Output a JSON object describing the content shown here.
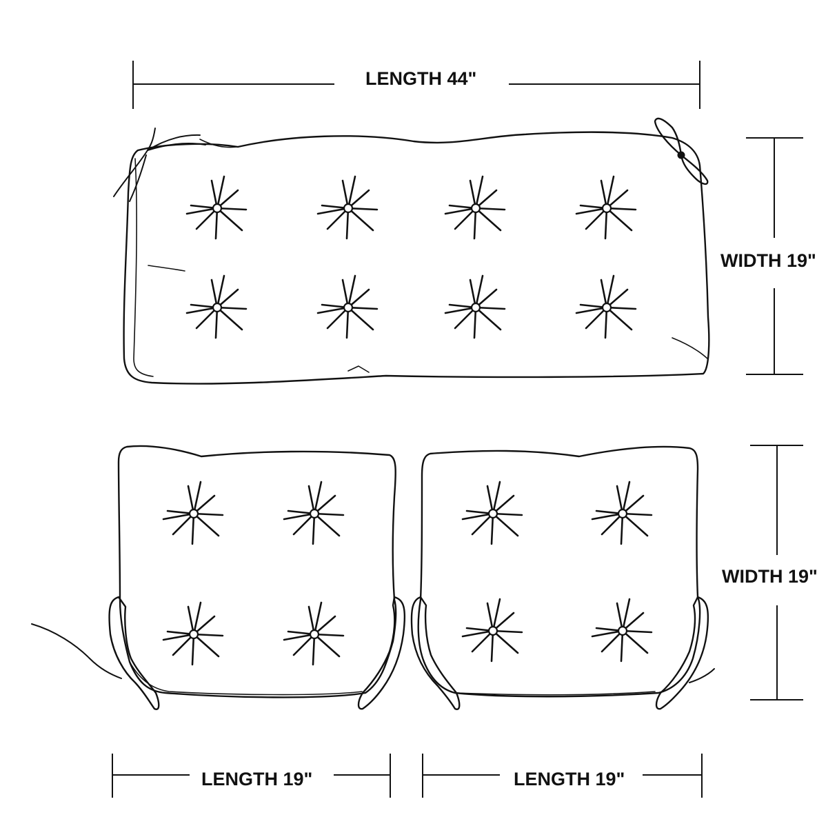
{
  "dimensions": {
    "bench_length": "LENGTH 44\"",
    "bench_width": "WIDTH 19\"",
    "seat_width": "WIDTH 19\"",
    "left_seat_length": "LENGTH 19\"",
    "right_seat_length": "LENGTH 19\""
  },
  "colors": {
    "line": "#111111",
    "background": "#ffffff"
  },
  "icons": {
    "tuft": "tuft-star-icon",
    "tie": "tie-bow-icon"
  },
  "tuft_counts": {
    "bench_cushion": 8,
    "left_seat_cushion": 4,
    "right_seat_cushion": 4
  }
}
